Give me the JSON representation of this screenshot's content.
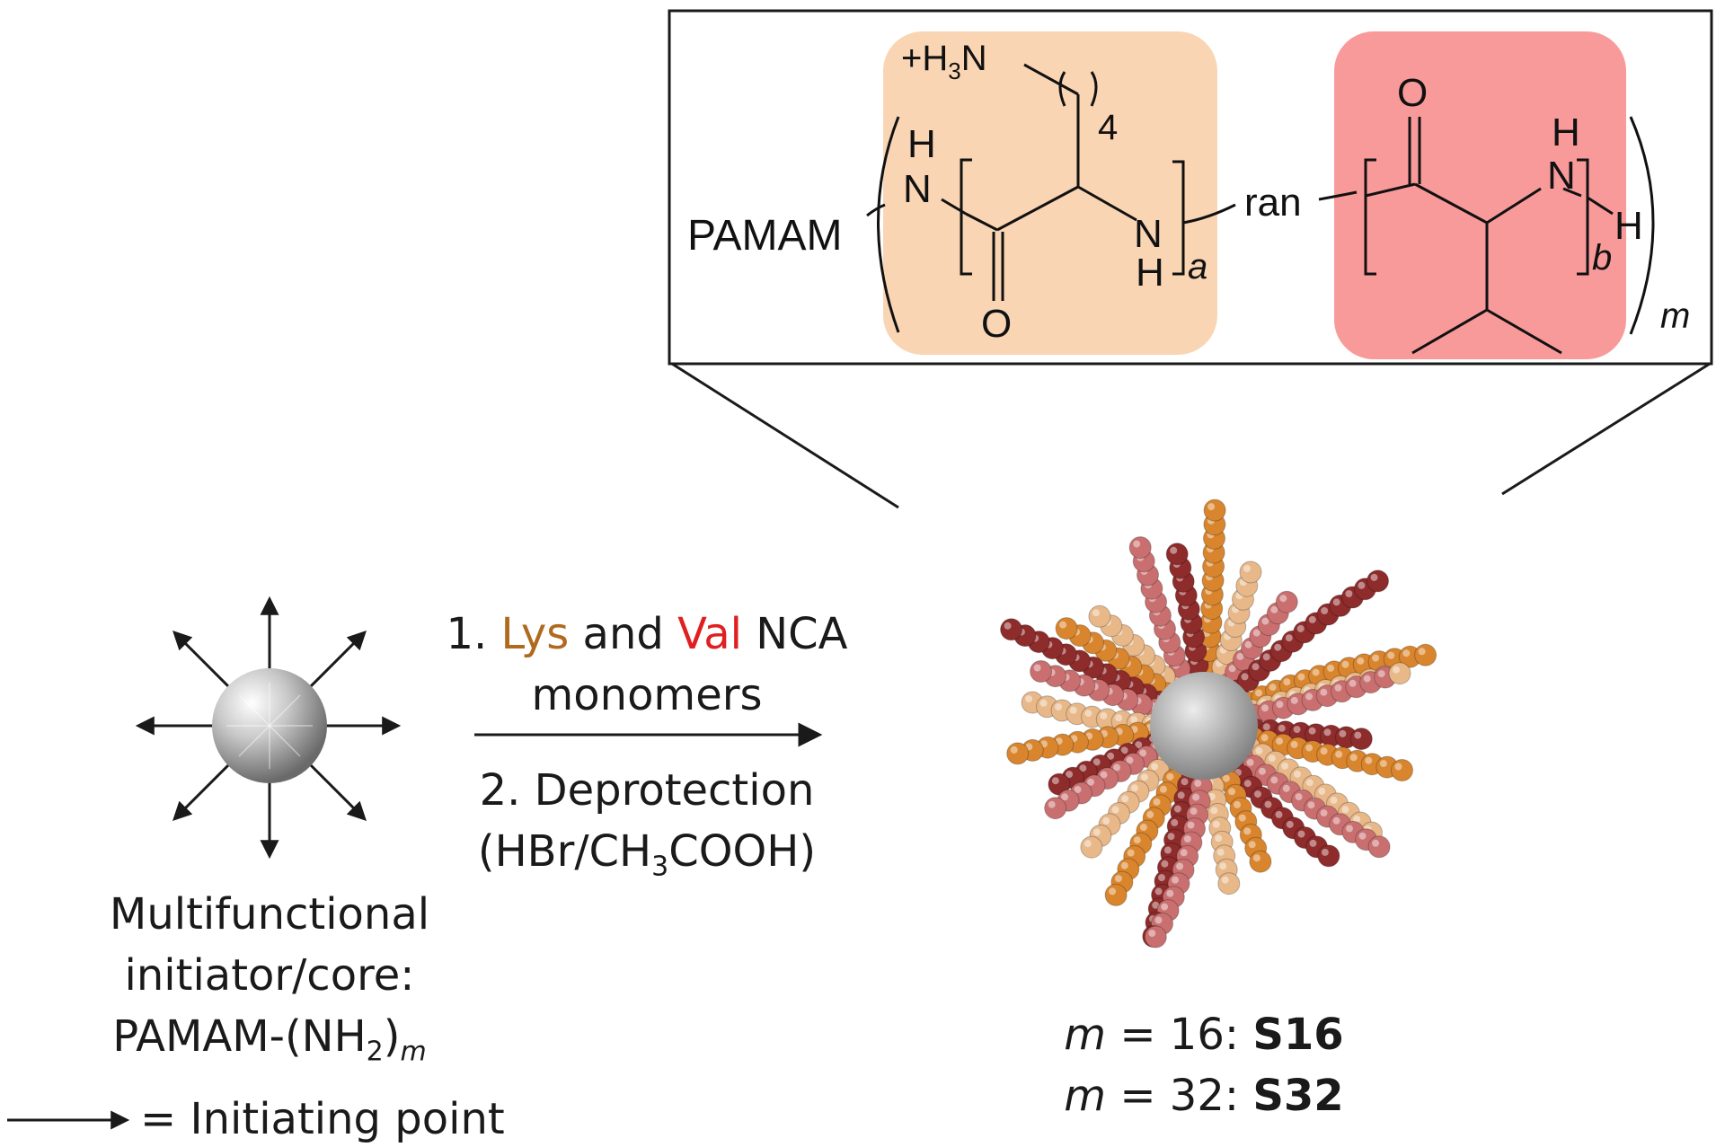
{
  "structure": {
    "pamam_label": "PAMAM",
    "nh_top_h": "H",
    "nh_top_n": "N",
    "amine_label": "+H3N",
    "amine_plus_h": "+H",
    "amine_sub": "3",
    "amine_n": "N",
    "repeat_4": "4",
    "carbonyl_o1": "O",
    "nh_mid_n": "N",
    "nh_mid_h": "H",
    "sub_a": "a",
    "ran_label": "ran",
    "carbonyl_o2": "O",
    "nh_right_h": "H",
    "nh_right_n": "N",
    "sub_b": "b",
    "terminal_h": "H",
    "sub_m": "m"
  },
  "reaction": {
    "step1_number": "1.",
    "step1_lys": "Lys",
    "step1_and": "and",
    "step1_val": "Val",
    "step1_nca": "NCA",
    "step1_line2": "monomers",
    "step2_line1": "2. Deprotection",
    "step2_line2_pre": "(HBr/CH",
    "step2_line2_sub": "3",
    "step2_line2_post": "COOH)"
  },
  "core": {
    "caption_line1": "Multifunctional",
    "caption_line2": "initiator/core:",
    "caption_line3_pre": "PAMAM-(NH",
    "caption_line3_sub": "2",
    "caption_line3_post": ")",
    "caption_line3_subm": "m",
    "legend_text": "= Initiating point"
  },
  "products": {
    "s16_var": "m",
    "s16_eq": "= 16:",
    "s16_name": "S16",
    "s32_var": "m",
    "s32_eq": "= 32:",
    "s32_name": "S32"
  },
  "colors": {
    "lys_box": "#f9d5b4",
    "val_box": "#f99a9a",
    "lys_text": "#b06a20",
    "val_text": "#e02020",
    "bead_dark": "#8e2b2b",
    "bead_orange": "#d9852d",
    "bead_light": "#e8b889",
    "bead_pink": "#c96f6f"
  }
}
